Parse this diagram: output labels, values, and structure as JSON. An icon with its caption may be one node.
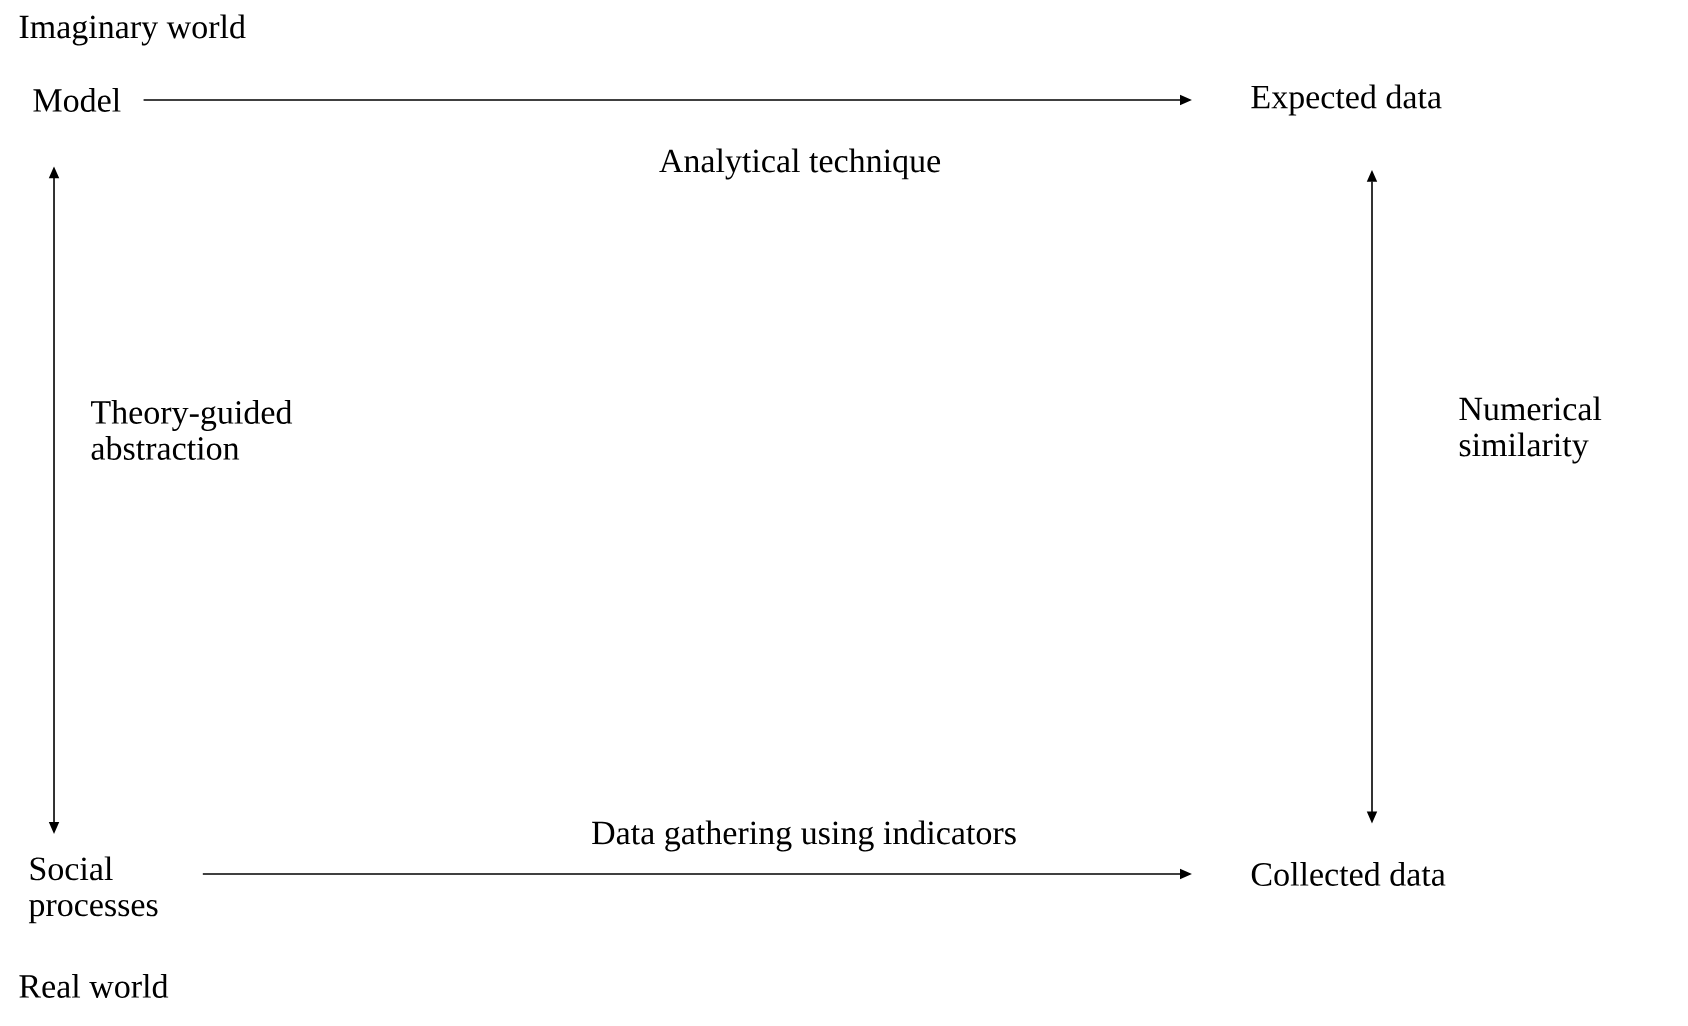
{
  "diagram": {
    "nodes": [
      {
        "text": [
          "Model"
        ]
      },
      {
        "text": [
          "Expected data"
        ]
      },
      {
        "text": [
          "Social processes"
        ]
      },
      {
        "text": [
          "Collected data"
        ]
      }
    ],
    "edges": [
      {
        "from": 0,
        "to": 1,
        "arrow": "to",
        "label": "Analytical technique"
      },
      {
        "from": 0,
        "to": 2,
        "arrow": "both",
        "label": "Theory-guided abstraction"
      },
      {
        "from": 1,
        "to": 3,
        "arrow": "both",
        "label": "Numerical similarity"
      },
      {
        "from": 2,
        "to": 3,
        "arrow": "to",
        "label": "Data gathering using indicators"
      }
    ],
    "labels": [
      "Imaginary world",
      "Real world"
    ]
  }
}
